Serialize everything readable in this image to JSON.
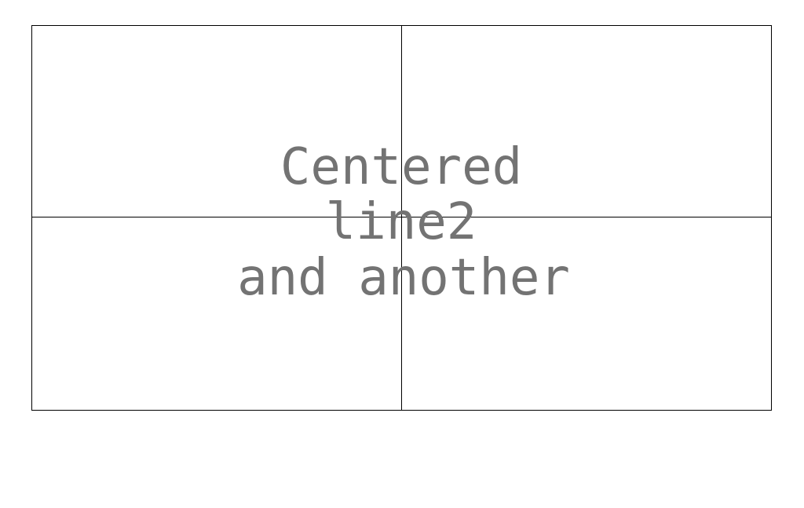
{
  "text_lines": [
    "Centered",
    "line2",
    "and another"
  ],
  "colors": {
    "background": "#ffffff",
    "frame_stroke": "#000000",
    "text": "#737373"
  }
}
